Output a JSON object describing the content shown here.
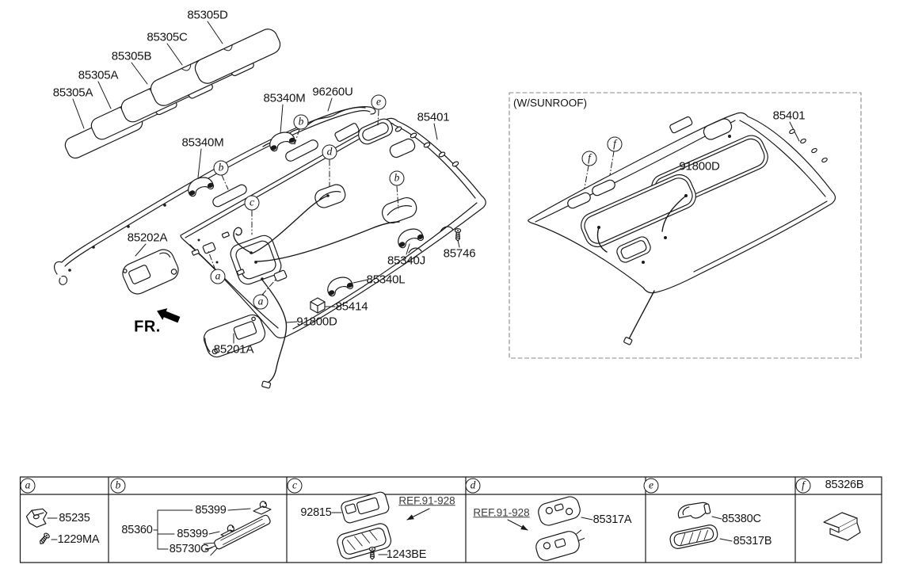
{
  "colors": {
    "line": "#1a1a1a",
    "background": "#ffffff",
    "ref_link_text": "#3c3c3c",
    "dashed_border": "#8a8a8a"
  },
  "main_diagram": {
    "fr_label": "FR.",
    "part_labels": [
      "85305D",
      "85305C",
      "85305B",
      "85305A",
      "85305A",
      "85340M",
      "96260U",
      "85340M",
      "85401",
      "85202A",
      "85340J",
      "85746",
      "85340L",
      "85414",
      "91800D",
      "85201A"
    ],
    "callouts": [
      "a",
      "a",
      "b",
      "b",
      "b",
      "c",
      "d",
      "e"
    ]
  },
  "sunroof_diagram": {
    "title": "(W/SUNROOF)",
    "part_labels": [
      "85401",
      "91800D"
    ],
    "callouts": [
      "f",
      "f"
    ]
  },
  "parts_table": {
    "sections": [
      {
        "letter": "a",
        "parts": [
          "85235",
          "1229MA"
        ]
      },
      {
        "letter": "b",
        "parts": [
          "85399",
          "85360",
          "85399",
          "85730G"
        ]
      },
      {
        "letter": "c",
        "parts": [
          "92815",
          "REF.91-928",
          "1243BE"
        ]
      },
      {
        "letter": "d",
        "parts": [
          "REF.91-928",
          "85317A"
        ]
      },
      {
        "letter": "e",
        "parts": [
          "85380C",
          "85317B"
        ]
      },
      {
        "letter": "f",
        "header_part": "85326B",
        "parts": []
      }
    ]
  },
  "icons": [
    "fr-direction-arrow",
    "insulator-pad",
    "roof-rail-harness",
    "assist-handle-icon",
    "sun-visor-icon",
    "screw-icon",
    "cube-icon",
    "bracket-icon",
    "wire-clip-icon",
    "retainer-strip-icon",
    "overhead-console-icon",
    "map-lamp-icon",
    "visor-hook-icon",
    "lamp-lens-icon",
    "z-clip-icon"
  ]
}
